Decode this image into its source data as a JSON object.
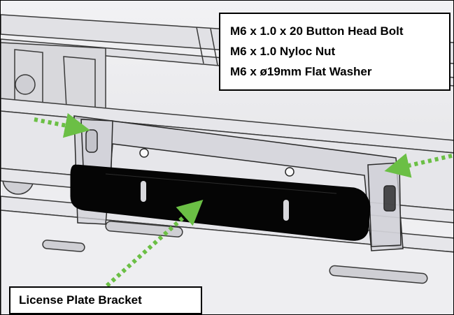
{
  "hardware_callout": {
    "lines": [
      "M6 x 1.0 x 20 Button Head Bolt",
      "M6 x 1.0 Nyloc Nut",
      "M6 x ø19mm Flat Washer"
    ]
  },
  "part_callout": {
    "label": "License Plate Bracket"
  },
  "colors": {
    "leader_arrow": "#6bbf45",
    "bracket": "#050505",
    "frame_line": "#3a3a3a",
    "frame_fill": "#dcdce0",
    "callout_border": "#000000",
    "callout_text": "#000000"
  },
  "icons": {
    "leader": "dotted-arrow-icon"
  }
}
